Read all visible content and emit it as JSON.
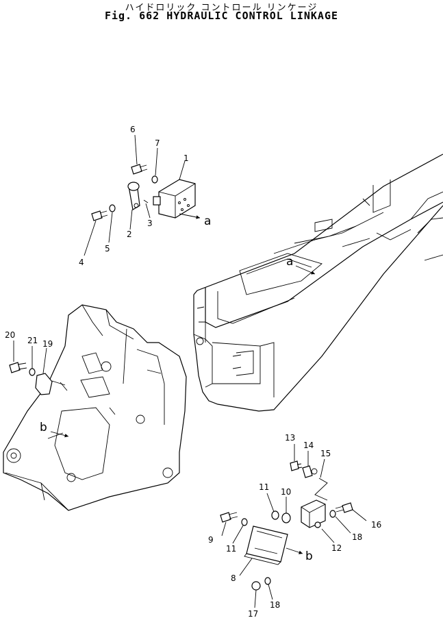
{
  "header": {
    "title_jp": "ハイドロリック コントロール リンケージ",
    "title_en": "Fig. 662  HYDRAULIC CONTROL LINKAGE"
  },
  "callouts": {
    "c1": "1",
    "c2": "2",
    "c3": "3",
    "c4": "4",
    "c5": "5",
    "c6": "6",
    "c7": "7",
    "c8": "8",
    "c9": "9",
    "c10": "10",
    "c11a": "11",
    "c11b": "11",
    "c12": "12",
    "c13": "13",
    "c14": "14",
    "c15": "15",
    "c16": "16",
    "c17": "17",
    "c18a": "18",
    "c18b": "18",
    "c19": "19",
    "c20": "20",
    "c21": "21"
  },
  "refs": {
    "a1": "a",
    "a2": "a",
    "b1": "b",
    "b2": "b"
  }
}
